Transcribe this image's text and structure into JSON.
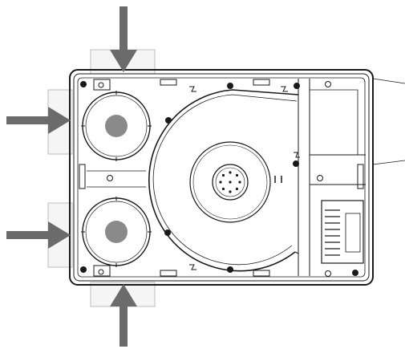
{
  "diagram": {
    "subject": "ventilation-unit-top-view",
    "colors": {
      "stroke": "#1a1a1a",
      "arrow": "#6b6b6b",
      "duct_fill": "#f5f5f5",
      "duct_stroke": "#bdbdbd",
      "port_center": "#8a8a8a",
      "background": "#ffffff"
    },
    "arrows": [
      {
        "id": "top",
        "direction": "down"
      },
      {
        "id": "left-upper",
        "direction": "right"
      },
      {
        "id": "left-lower",
        "direction": "right"
      },
      {
        "id": "bottom",
        "direction": "up"
      }
    ],
    "ports": [
      "upper-left-port",
      "lower-left-port"
    ],
    "icons": [
      "arrow-icon",
      "fan-hub-icon",
      "electronics-board-icon"
    ]
  }
}
